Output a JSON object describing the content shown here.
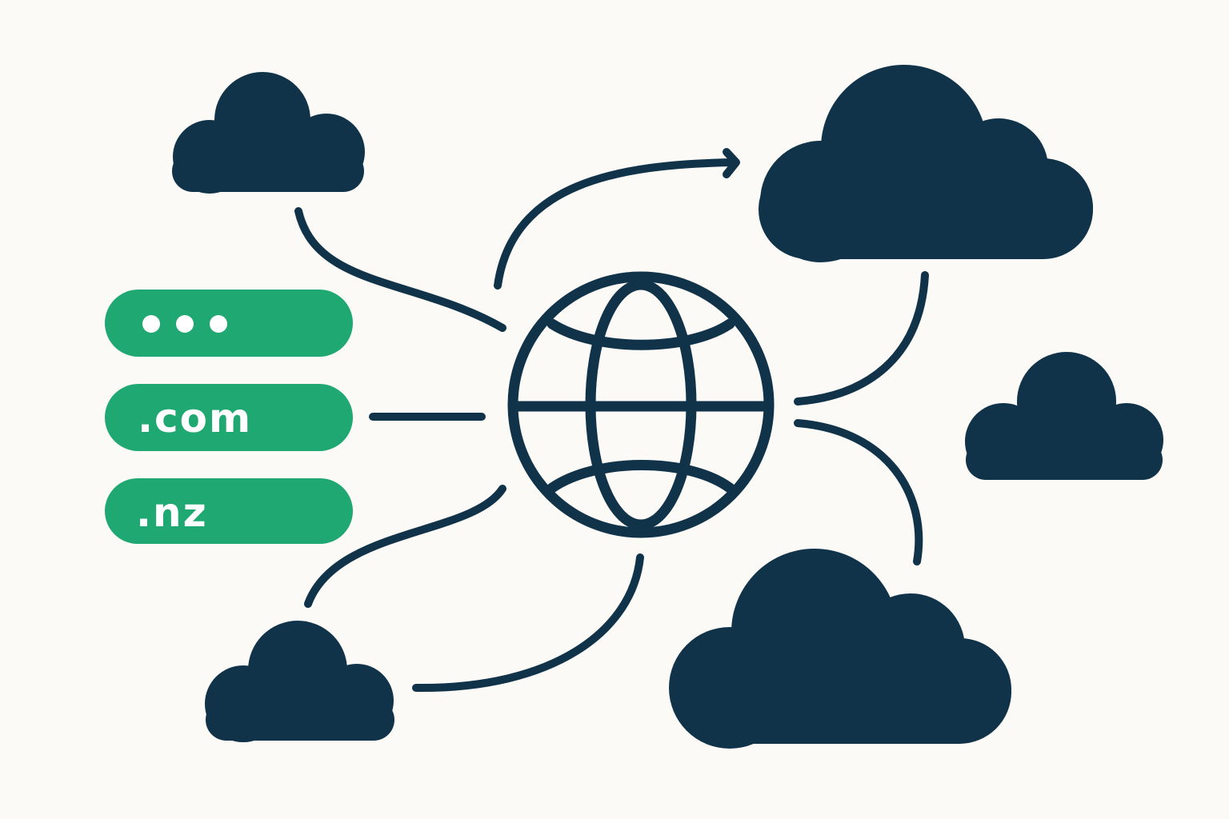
{
  "colors": {
    "background": "#fbfaf7",
    "navy": "#103349",
    "green": "#20a872",
    "pill_text": "#ffffff"
  },
  "domain_pills": [
    {
      "label": "",
      "icon": "ellipsis-icon"
    },
    {
      "label": ".com",
      "icon": ""
    },
    {
      "label": ".nz",
      "icon": ""
    }
  ],
  "center": {
    "icon": "globe-icon"
  },
  "clouds": [
    {
      "name": "cloud-top-left",
      "icon": "cloud-icon"
    },
    {
      "name": "cloud-top-right",
      "icon": "cloud-icon"
    },
    {
      "name": "cloud-middle-right",
      "icon": "cloud-icon"
    },
    {
      "name": "cloud-bottom-right",
      "icon": "cloud-icon"
    },
    {
      "name": "cloud-bottom-left",
      "icon": "cloud-icon"
    }
  ]
}
